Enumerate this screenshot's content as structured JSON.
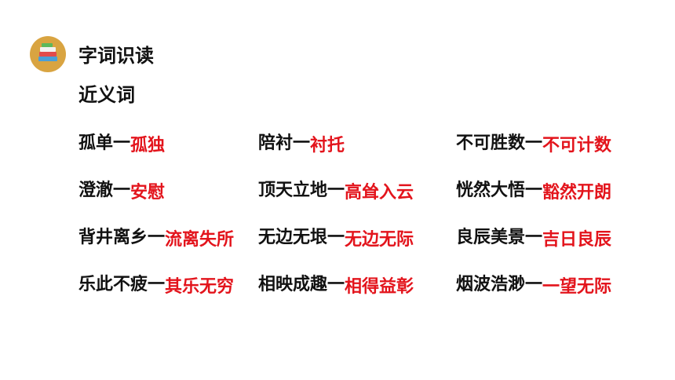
{
  "section_title": "字词识读",
  "subsection_title": "近义词",
  "dash": "一",
  "pairs": [
    {
      "word": "孤单",
      "answer": "孤独"
    },
    {
      "word": "陪衬",
      "answer": "衬托"
    },
    {
      "word": "不可胜数",
      "answer": "不可计数"
    },
    {
      "word": "澄澈",
      "answer": "安慰"
    },
    {
      "word": "顶天立地",
      "answer": "高耸入云"
    },
    {
      "word": "恍然大悟",
      "answer": "豁然开朗"
    },
    {
      "word": "背井离乡",
      "answer": "流离失所"
    },
    {
      "word": "无边无垠",
      "answer": "无边无际"
    },
    {
      "word": "良辰美景",
      "answer": "吉日良辰"
    },
    {
      "word": "乐此不疲",
      "answer": "其乐无穷"
    },
    {
      "word": "相映成趣",
      "answer": "相得益彰"
    },
    {
      "word": "烟波浩渺",
      "answer": "一望无际"
    }
  ],
  "colors": {
    "answer": "#e3141c",
    "text": "#111111",
    "logo": "#d9a441"
  },
  "icons": {
    "logo": "books-icon"
  }
}
